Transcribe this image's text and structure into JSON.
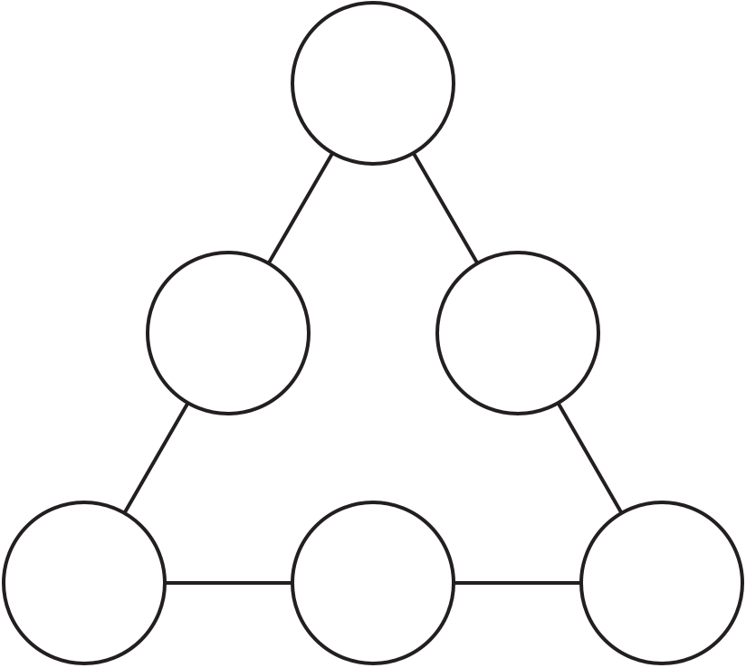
{
  "diagram": {
    "type": "triangle-node-graph",
    "stroke_color": "#231f20",
    "fill_color": "#ffffff",
    "nodes": [
      {
        "id": "top",
        "label": ""
      },
      {
        "id": "middle-left",
        "label": ""
      },
      {
        "id": "middle-right",
        "label": ""
      },
      {
        "id": "bottom-left",
        "label": ""
      },
      {
        "id": "bottom-center",
        "label": ""
      },
      {
        "id": "bottom-right",
        "label": ""
      }
    ],
    "edges": [
      {
        "from": "top",
        "to": "middle-left"
      },
      {
        "from": "top",
        "to": "middle-right"
      },
      {
        "from": "middle-left",
        "to": "bottom-left"
      },
      {
        "from": "middle-right",
        "to": "bottom-right"
      },
      {
        "from": "bottom-left",
        "to": "bottom-center"
      },
      {
        "from": "bottom-center",
        "to": "bottom-right"
      }
    ]
  }
}
